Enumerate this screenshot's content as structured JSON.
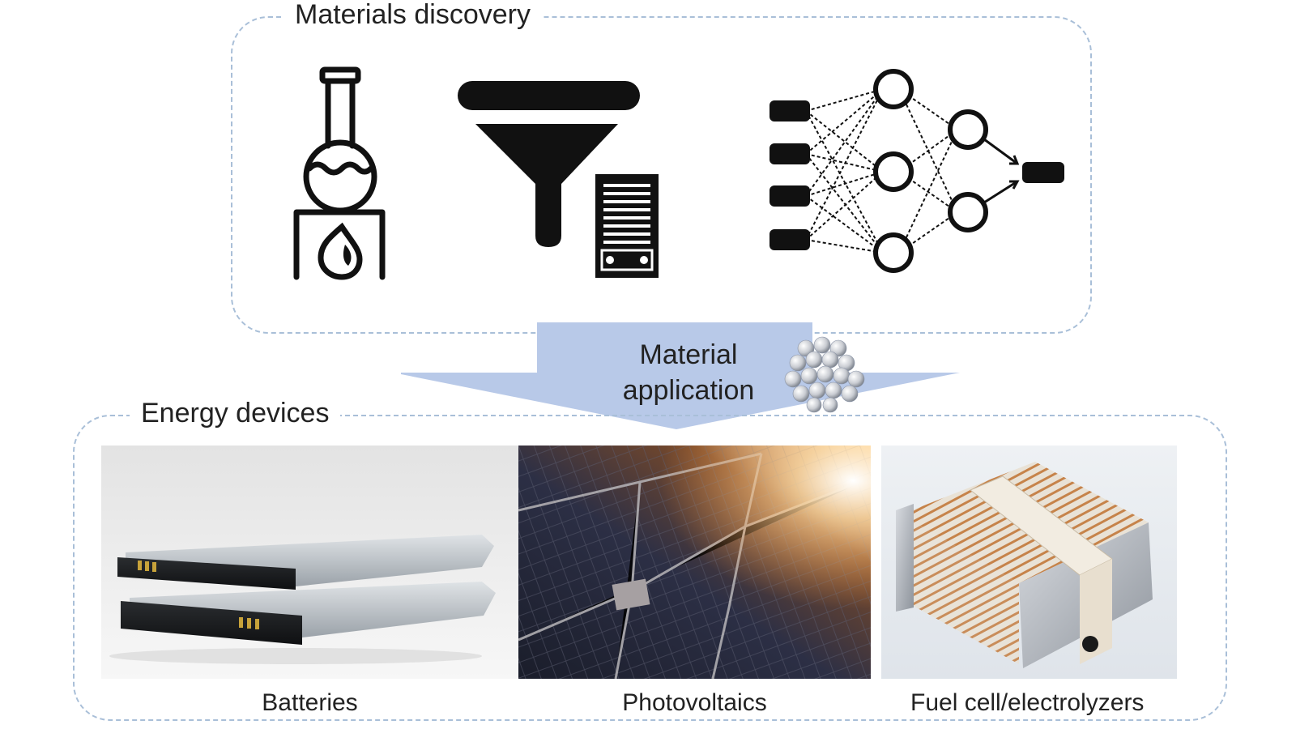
{
  "discovery": {
    "title": "Materials discovery",
    "icons": [
      "flask-burner-icon",
      "funnel-filter-icon",
      "server-rack-icon",
      "neural-network-icon"
    ]
  },
  "arrow": {
    "label_line1": "Material",
    "label_line2": "application",
    "icon": "crystal-lattice-icon",
    "color": "#b8c9e8"
  },
  "devices": {
    "title": "Energy devices",
    "items": [
      {
        "label": "Batteries"
      },
      {
        "label": "Photovoltaics"
      },
      {
        "label": "Fuel cell/electrolyzers"
      }
    ]
  },
  "colors": {
    "panel_border": "#a9bfd8",
    "icon_fill": "#111111"
  }
}
